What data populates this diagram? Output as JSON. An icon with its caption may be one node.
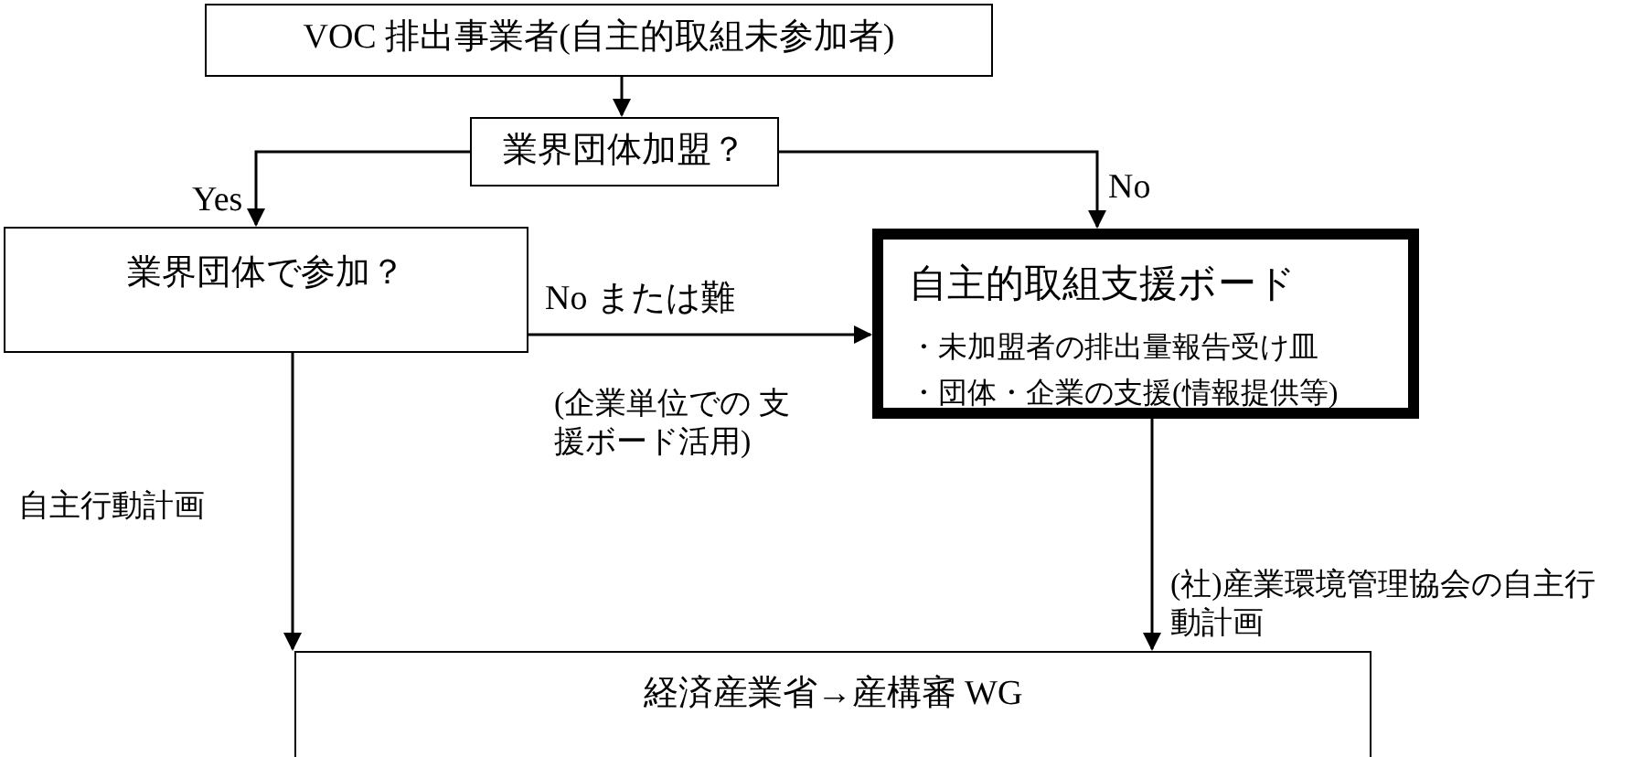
{
  "diagram": {
    "nodes": [
      {
        "text": [
          "VOC 排出事業者(自主的取組未参加者)"
        ]
      },
      {
        "text": [
          "業界団体加盟？"
        ]
      },
      {
        "text": [
          "業界団体で参加？"
        ]
      },
      {
        "text": [
          "自主的取組支援ボード",
          "・未加盟者の排出量報告受け皿",
          "・団体・企業の支援(情報提供等)"
        ]
      },
      {
        "text": [
          "経済産業省→産構審 WG"
        ]
      }
    ],
    "edges": [
      {
        "from": 0,
        "to": 1,
        "arrow": "to"
      },
      {
        "from": 1,
        "to": 2,
        "arrow": "to",
        "label": "Yes"
      },
      {
        "from": 1,
        "to": 3,
        "arrow": "to",
        "label": "No"
      },
      {
        "from": 2,
        "to": 3,
        "arrow": "to",
        "label": "No または難"
      },
      {
        "from": 2,
        "to": 4,
        "arrow": "to",
        "label": "自主行動計画"
      },
      {
        "from": 3,
        "to": 4,
        "arrow": "to",
        "label": "(社)産業環境管理協会の自主行動計画"
      }
    ],
    "labels": [
      "(企業単位での 支援ボード活用)"
    ]
  }
}
